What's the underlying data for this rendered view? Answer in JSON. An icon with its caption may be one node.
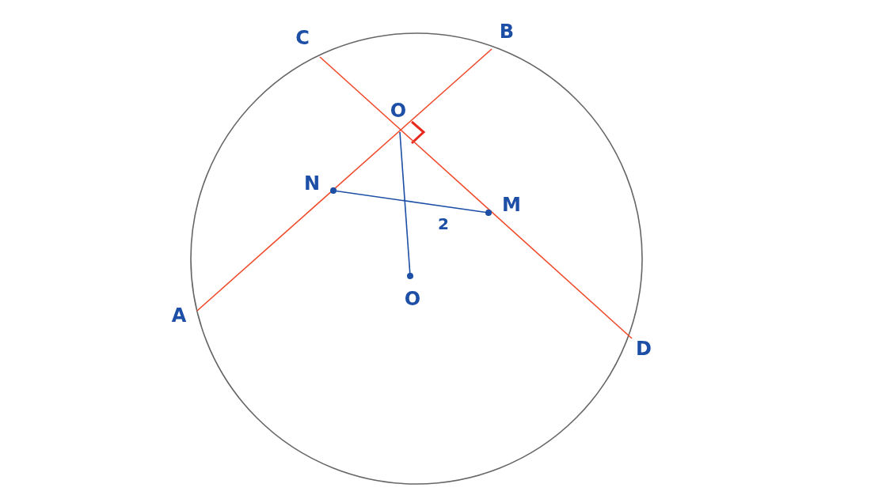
{
  "diagram": {
    "nodes": [
      {
        "text": [
          "A"
        ]
      },
      {
        "text": [
          "B"
        ]
      },
      {
        "text": [
          "C"
        ]
      },
      {
        "text": [
          "D"
        ]
      },
      {
        "text": [
          "O"
        ]
      },
      {
        "text": [
          "N"
        ]
      },
      {
        "text": [
          "M"
        ]
      },
      {
        "text": [
          "O"
        ]
      }
    ],
    "edges": [
      {
        "from": 0,
        "to": 1,
        "arrow": "none",
        "color": "#f04a2a"
      },
      {
        "from": 2,
        "to": 3,
        "arrow": "none",
        "color": "#f04a2a"
      },
      {
        "from": 5,
        "to": 6,
        "arrow": "other",
        "label": "2",
        "color": "#1d4fa6"
      },
      {
        "from": 4,
        "to": 7,
        "arrow": "other",
        "color": "#1d4fa6"
      }
    ]
  }
}
